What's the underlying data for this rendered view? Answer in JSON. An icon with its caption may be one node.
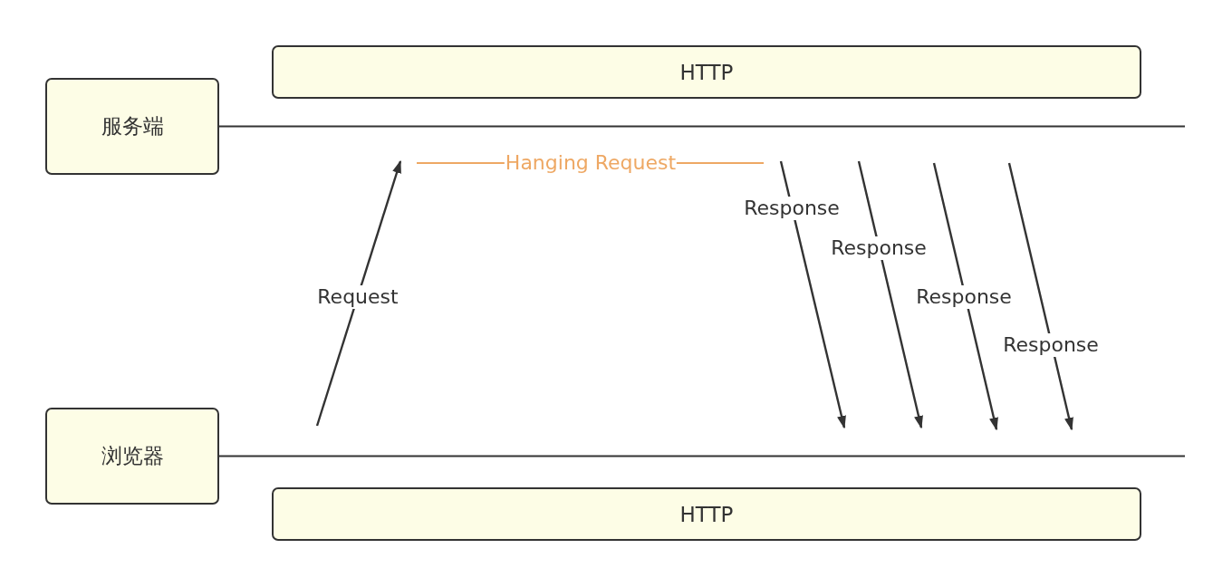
{
  "diagram": {
    "nodes": [
      {
        "text": [
          "HTTP"
        ]
      },
      {
        "text": [
          "服务端"
        ]
      },
      {
        "text": [
          "浏览器"
        ]
      },
      {
        "text": [
          "HTTP"
        ]
      }
    ],
    "edges": [
      {
        "from": 1,
        "to": null,
        "arrow": "none"
      },
      {
        "from": 2,
        "to": null,
        "arrow": "none"
      }
    ],
    "labels": [
      "Hanging Request",
      "Response",
      "Response",
      "Request",
      "Response",
      "Response"
    ]
  }
}
